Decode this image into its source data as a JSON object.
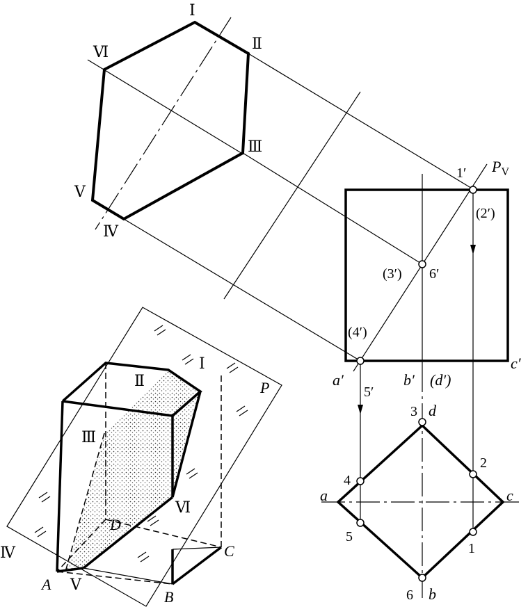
{
  "true_shape": {
    "vertex_labels": [
      "Ⅰ",
      "Ⅱ",
      "Ⅲ",
      "Ⅳ",
      "Ⅴ",
      "Ⅵ"
    ]
  },
  "front_view": {
    "plane_label_main": "P",
    "plane_label_sub": "V",
    "point_labels": [
      "1′",
      "(2′)",
      "(3′)",
      "6′",
      "(4′)",
      "a′",
      "5′",
      "b′",
      "(d′)",
      "c′"
    ]
  },
  "top_view": {
    "point_labels": [
      "3",
      "d",
      "2",
      "c",
      "4",
      "a",
      "5",
      "1",
      "6",
      "b"
    ]
  },
  "pictorial": {
    "vertex_labels": [
      "Ⅰ",
      "Ⅱ",
      "Ⅲ",
      "Ⅴ",
      "Ⅵ",
      "Ⅳ",
      "A",
      "B",
      "C",
      "D"
    ],
    "plane_label": "P"
  }
}
